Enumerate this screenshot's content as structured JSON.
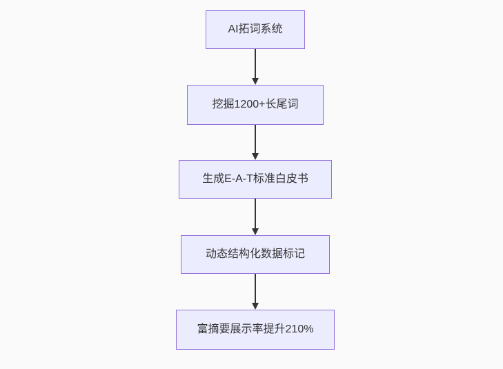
{
  "diagram": {
    "type": "flowchart",
    "direction": "top-down",
    "nodes": [
      {
        "id": "n1",
        "label": "AI拓词系统"
      },
      {
        "id": "n2",
        "label": "挖掘1200+长尾词"
      },
      {
        "id": "n3",
        "label": "生成E-A-T标准白皮书"
      },
      {
        "id": "n4",
        "label": "动态结构化数据标记"
      },
      {
        "id": "n5",
        "label": "富摘要展示率提升210%"
      }
    ],
    "edges": [
      {
        "from": "n1",
        "to": "n2"
      },
      {
        "from": "n2",
        "to": "n3"
      },
      {
        "from": "n3",
        "to": "n4"
      },
      {
        "from": "n4",
        "to": "n5"
      }
    ],
    "colors": {
      "background": "#fafafa",
      "node_fill": "#ECECFF",
      "node_border": "#9370DB",
      "node_text": "#333333",
      "arrow": "#333333"
    }
  }
}
